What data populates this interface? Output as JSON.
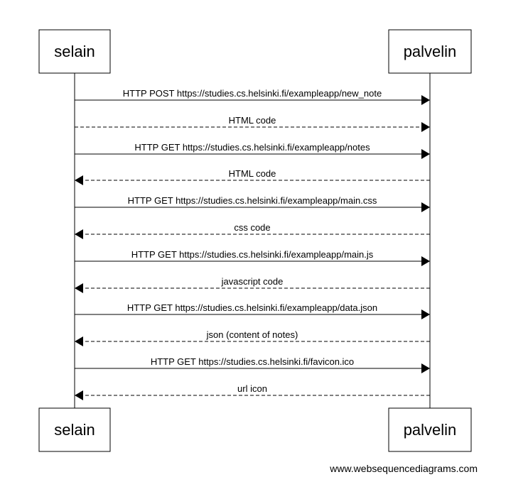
{
  "participants": {
    "left": "selain",
    "right": "palvelin"
  },
  "messages": [
    {
      "from": "left",
      "to": "right",
      "style": "solid",
      "label": "HTTP POST https://studies.cs.helsinki.fi/exampleapp/new_note"
    },
    {
      "from": "left",
      "to": "right",
      "style": "dashed",
      "label": "HTML code"
    },
    {
      "from": "left",
      "to": "right",
      "style": "solid",
      "label": "HTTP GET https://studies.cs.helsinki.fi/exampleapp/notes"
    },
    {
      "from": "right",
      "to": "left",
      "style": "dashed",
      "label": "HTML code"
    },
    {
      "from": "left",
      "to": "right",
      "style": "solid",
      "label": "HTTP GET https://studies.cs.helsinki.fi/exampleapp/main.css"
    },
    {
      "from": "right",
      "to": "left",
      "style": "dashed",
      "label": "css code"
    },
    {
      "from": "left",
      "to": "right",
      "style": "solid",
      "label": "HTTP GET https://studies.cs.helsinki.fi/exampleapp/main.js"
    },
    {
      "from": "right",
      "to": "left",
      "style": "dashed",
      "label": "javascript code"
    },
    {
      "from": "left",
      "to": "right",
      "style": "solid",
      "label": "HTTP GET https://studies.cs.helsinki.fi/exampleapp/data.json"
    },
    {
      "from": "right",
      "to": "left",
      "style": "dashed",
      "label": "json (content of notes)"
    },
    {
      "from": "left",
      "to": "right",
      "style": "solid",
      "label": "HTTP GET https://studies.cs.helsinki.fi/favicon.ico"
    },
    {
      "from": "right",
      "to": "left",
      "style": "dashed",
      "label": "url icon"
    }
  ],
  "footer": "www.websequencediagrams.com"
}
